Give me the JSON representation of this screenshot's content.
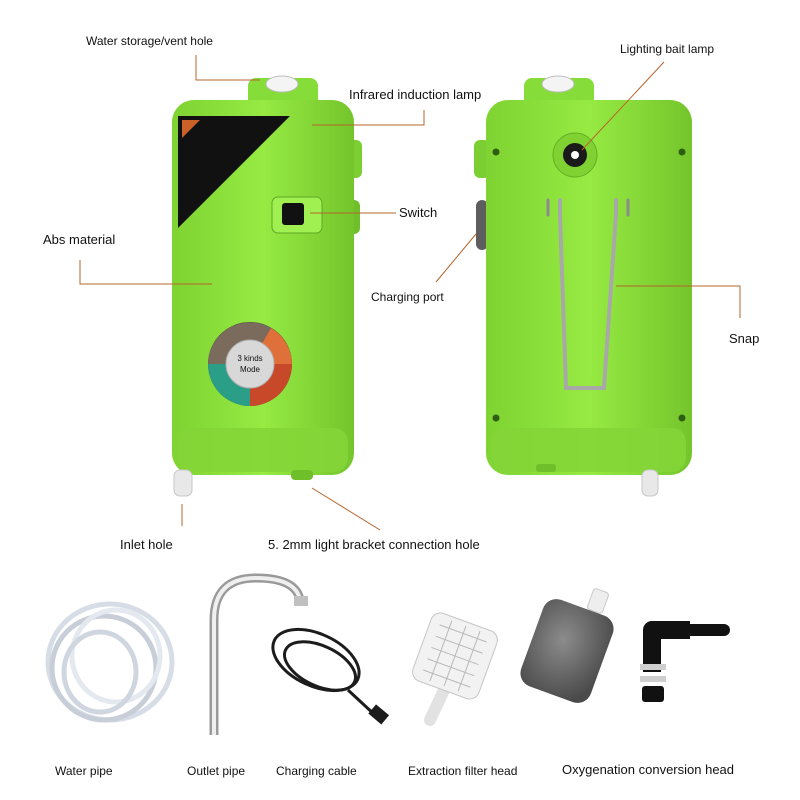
{
  "callouts": {
    "water_storage": "Water storage/vent hole",
    "infrared_lamp": "Infrared induction lamp",
    "switch": "Switch",
    "abs_material": "Abs material",
    "inlet_hole": "Inlet hole",
    "bracket_hole": "5. 2mm light bracket connection hole",
    "bait_lamp": "Lighting bait lamp",
    "charging_port": "Charging port",
    "snap": "Snap"
  },
  "mode_dial": {
    "line1": "3 kinds",
    "line2": "Mode"
  },
  "accessories": {
    "water_pipe": "Water pipe",
    "outlet_pipe": "Outlet pipe",
    "charging_cable": "Charging cable",
    "filter_head": "Extraction filter head",
    "oxygenation_head": "Oxygenation conversion head"
  },
  "colors": {
    "body_green": "#8fe43a",
    "leader_line": "#b5642a"
  }
}
